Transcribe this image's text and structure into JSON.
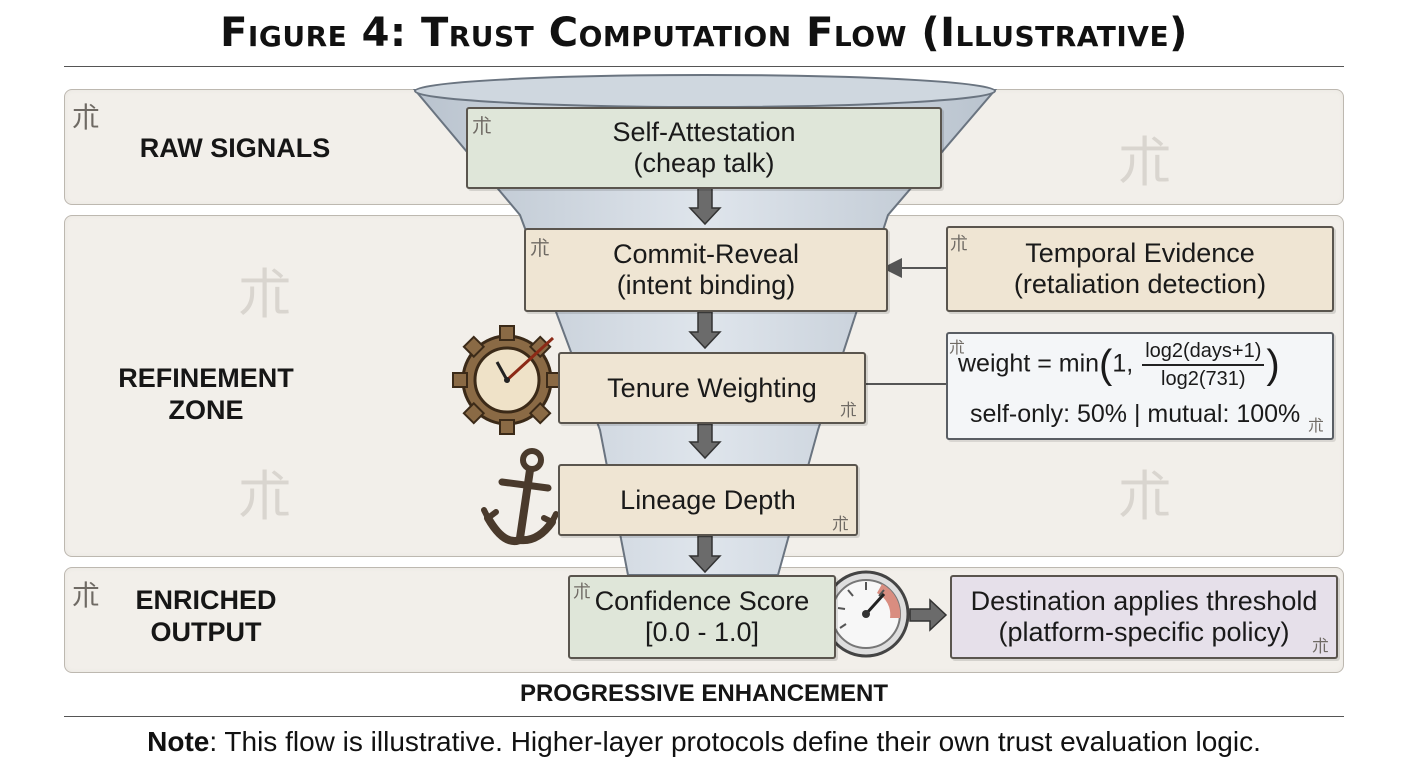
{
  "title": "Figure 4: Trust Computation Flow (Illustrative)",
  "zones": {
    "raw": "RAW SIGNALS",
    "refinement_line1": "REFINEMENT",
    "refinement_line2": "ZONE",
    "enriched_line1": "ENRICHED",
    "enriched_line2": "OUTPUT"
  },
  "stages": {
    "self_attestation": {
      "line1": "Self-Attestation",
      "line2": "(cheap talk)"
    },
    "commit_reveal": {
      "line1": "Commit-Reveal",
      "line2": "(intent binding)"
    },
    "tenure": {
      "line1": "Tenure Weighting"
    },
    "lineage": {
      "line1": "Lineage Depth"
    },
    "confidence": {
      "line1": "Confidence Score",
      "line2": "[0.0 - 1.0]"
    }
  },
  "temporal": {
    "line1": "Temporal Evidence",
    "line2": "(retaliation detection)"
  },
  "formula": {
    "lhs": "weight = min",
    "one": "1,",
    "numerator": "log2(days+1)",
    "denominator": "log2(731)",
    "note": "self-only: 50% | mutual: 100%"
  },
  "destination": {
    "line1": "Destination applies threshold",
    "line2": "(platform-specific policy)"
  },
  "footer_label": "PROGRESSIVE ENHANCEMENT",
  "note": {
    "bold": "Note",
    "text": ": This flow is illustrative. Higher-layer protocols define their own trust evaluation logic."
  },
  "icons": [
    "gear-clock-icon",
    "anchor-icon",
    "gauge-icon",
    "stamp-mark-icon"
  ],
  "colors": {
    "zone_bg": "#f2efea",
    "funnel": "#c9d2dc",
    "green_box": "#dfe6d9",
    "tan_box": "#efe5d3",
    "lavender_box": "#e6e0ea"
  }
}
